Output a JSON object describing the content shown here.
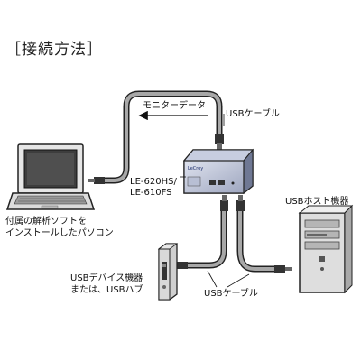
{
  "title": "［接続方法］",
  "labels": {
    "monitor_data": "モニターデータ",
    "usb_cable_top": "USBケーブル",
    "device_model_line1": "LE-620HS/",
    "device_model_line2": "LE-610FS",
    "usb_host": "USBホスト機器",
    "pc_caption_line1": "付属の解析ソフトを",
    "pc_caption_line2": "インストールしたパソコン",
    "usb_device_line1": "USBデバイス機器",
    "usb_device_line2": "または、USBハブ",
    "usb_cable_bottom": "USBケーブル"
  },
  "device_badge": "LeCroy"
}
